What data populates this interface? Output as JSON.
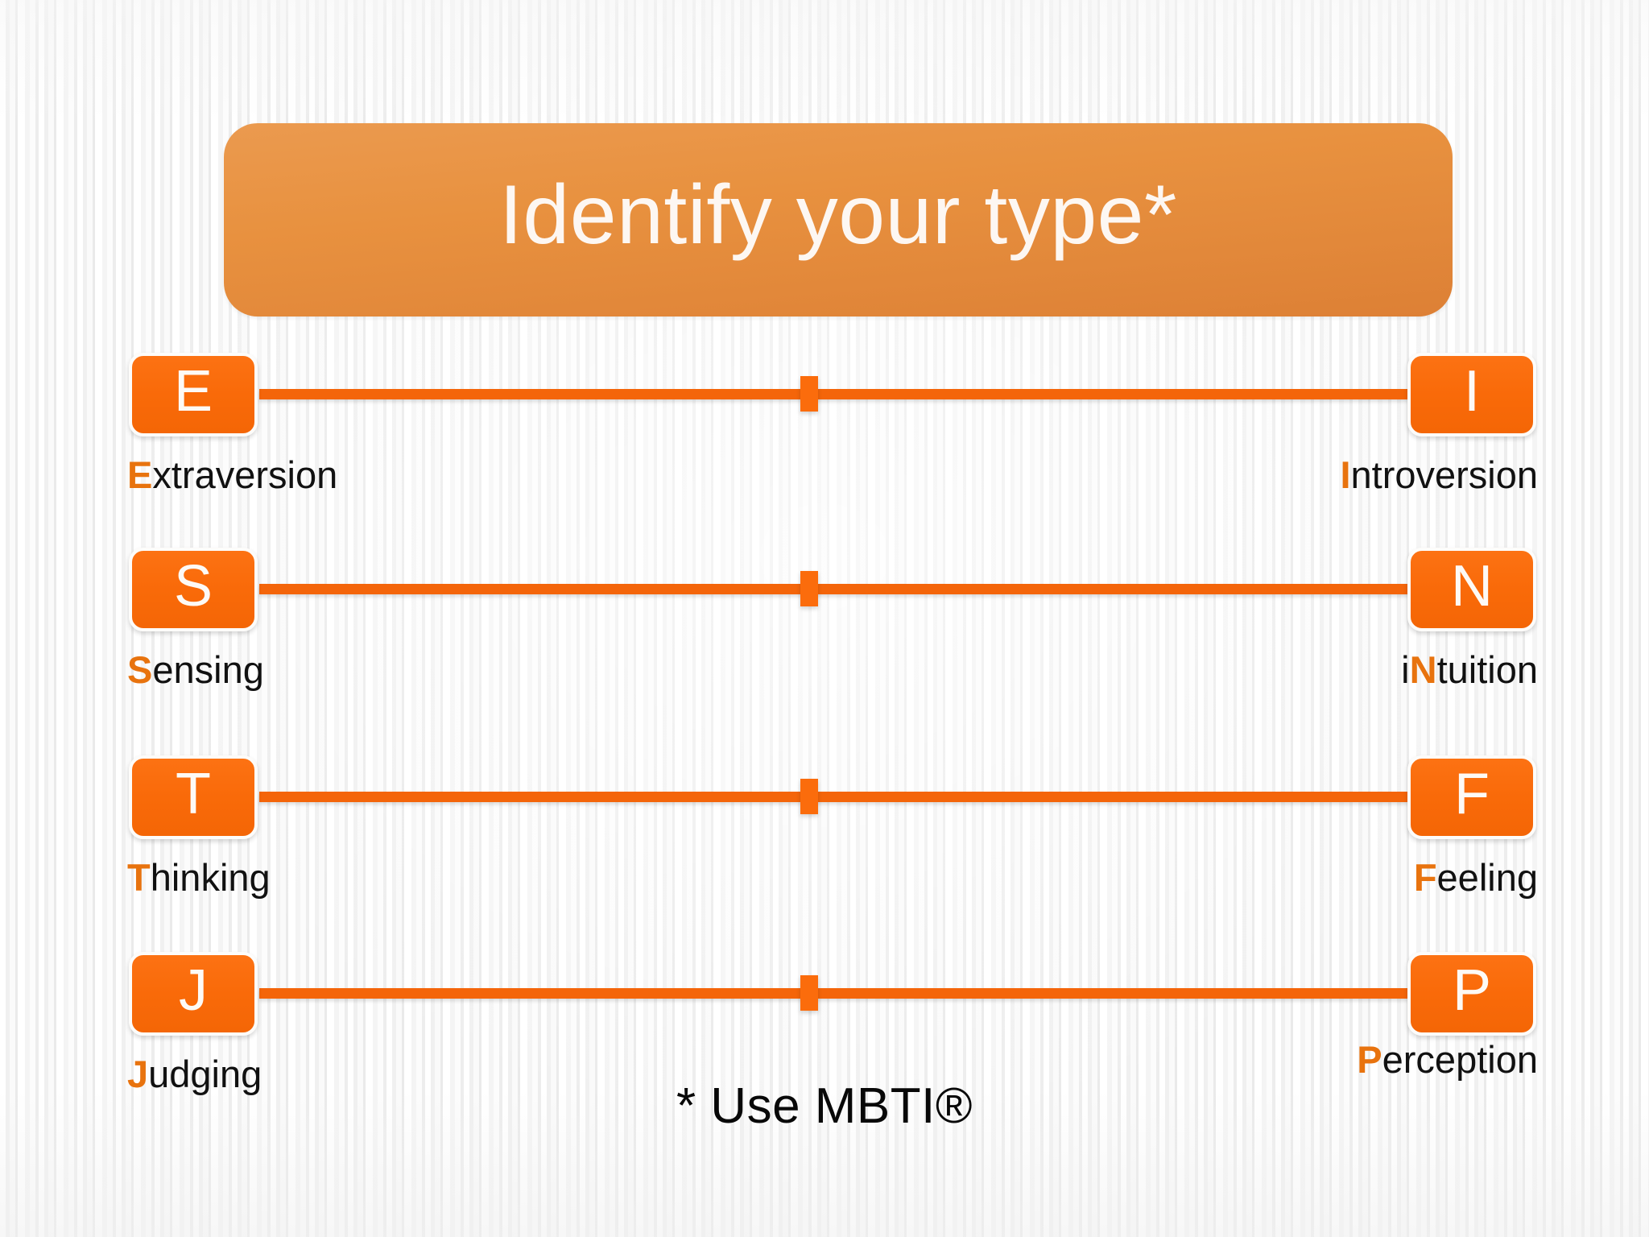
{
  "slide": {
    "title": "Identify your type*",
    "footnote": "* Use MBTI®",
    "colors": {
      "banner_orange": "#e8913f",
      "box_orange": "#f96a09",
      "line_orange": "#f4650a",
      "key_letter_orange": "#e8730e",
      "label_black": "#111111",
      "background": "#f6f6f6"
    }
  },
  "dichotomies": [
    {
      "id": "ei",
      "left": {
        "letter": "E",
        "key": "E",
        "rest": "xtraversion",
        "label": "Extraversion"
      },
      "right": {
        "letter": "I",
        "key": "I",
        "rest": "ntroversion",
        "label": "Introversion"
      },
      "marker": "midpoint-marker"
    },
    {
      "id": "sn",
      "left": {
        "letter": "S",
        "key": "S",
        "rest": "ensing",
        "label": "Sensing"
      },
      "right": {
        "letter": "N",
        "pre": "i",
        "key": "N",
        "rest": "tuition",
        "label": "iNtuition"
      },
      "marker": "midpoint-marker"
    },
    {
      "id": "tf",
      "left": {
        "letter": "T",
        "key": "T",
        "rest": "hinking",
        "label": "Thinking"
      },
      "right": {
        "letter": "F",
        "key": "F",
        "rest": "eeling",
        "label": "Feeling"
      },
      "marker": "midpoint-marker"
    },
    {
      "id": "jp",
      "left": {
        "letter": "J",
        "key": "J",
        "rest": "udging",
        "label": "Judging"
      },
      "right": {
        "letter": "P",
        "key": "P",
        "rest": "erception",
        "label": "Perception"
      },
      "marker": "midpoint-marker"
    }
  ]
}
